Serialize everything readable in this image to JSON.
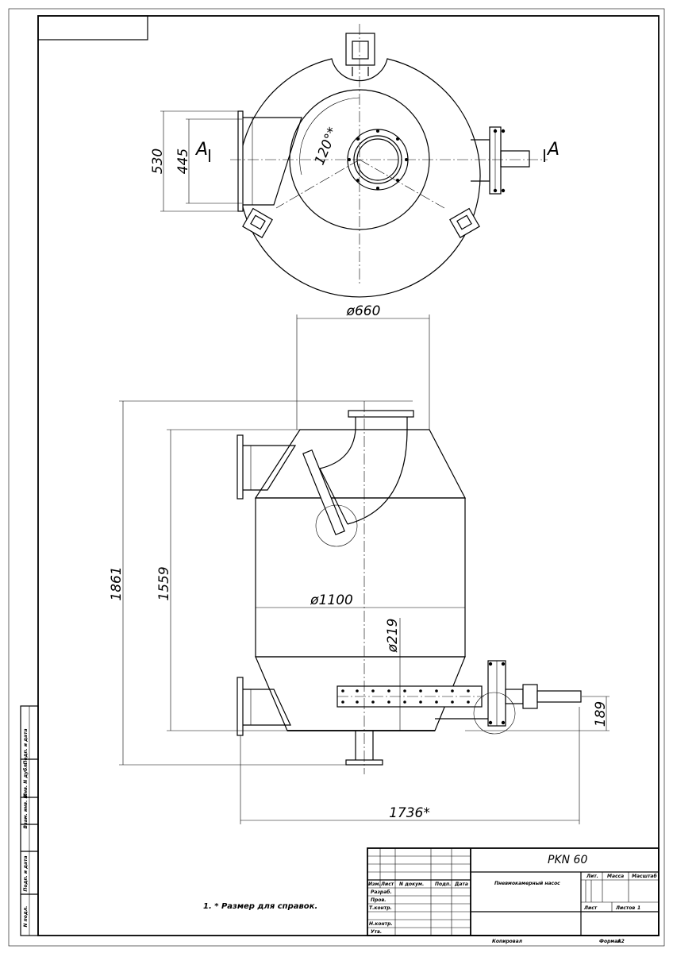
{
  "drawing": {
    "designation": "PKN 60",
    "name": "Пневмокамерный насос",
    "note": "1. * Размер для справок."
  },
  "dimensions": {
    "dia_top": "ø660",
    "dia_body": "ø1100",
    "dia_pipe": "ø219",
    "height_total": "1861",
    "height_body": "1559",
    "width_total": "1736*",
    "height_pipe": "189",
    "flange_outer": "530",
    "flange_inner": "445",
    "angle": "120°*"
  },
  "section": {
    "left": "A",
    "right": "A"
  },
  "title_block": {
    "col_izm": "Изм.",
    "col_list": "Лист",
    "col_ndokum": "N докум.",
    "col_podp": "Подп.",
    "col_data": "Дата",
    "razrab": "Разраб.",
    "prov": "Пров.",
    "tkontr": "Т.контр.",
    "nkontr": "Н.контр.",
    "utv": "Утв.",
    "lit": "Лит.",
    "massa": "Масса",
    "masshtab": "Масштаб",
    "list": "Лист",
    "listov": "Листов",
    "listov_value": "1",
    "kopiroval": "Копировал",
    "format": "Формат",
    "format_value": "А2"
  },
  "side_stamp": {
    "podp_data_1": "Подп. и дата",
    "inv_dubl": "Инв. N дубл.",
    "vzam_inv": "Взам. инв. N",
    "podp_data_2": "Подп. и дата",
    "inv_podl": "N подл."
  }
}
